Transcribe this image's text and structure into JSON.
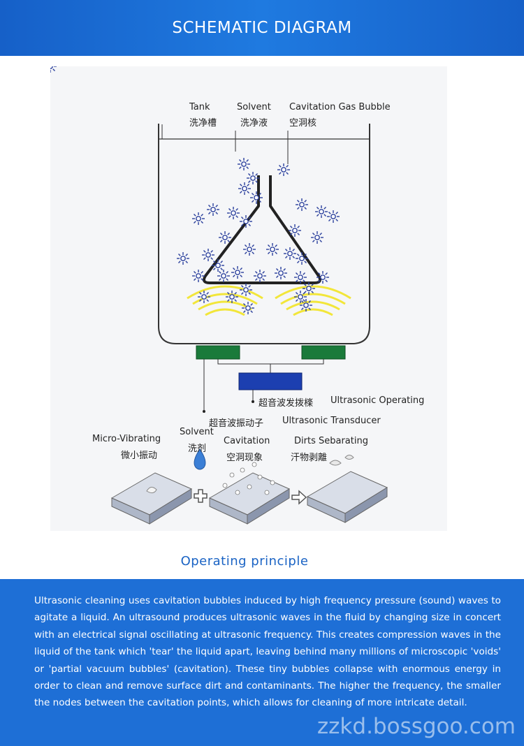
{
  "header": {
    "title": "SCHEMATIC DIAGRAM"
  },
  "diagram": {
    "labels": {
      "tank": "Tank",
      "tank_cn": "洗净槽",
      "solvent_top": "Solvent",
      "solvent_top_cn": "洗净液",
      "bubble": "Cavitation Gas Bubble",
      "bubble_cn": "空洞核",
      "generator_cn": "超音波发拨檪",
      "generator": "Ultrasonic Operating",
      "transducer_cn": "超音波振动子",
      "transducer": "Ultrasonic Transducer",
      "micro": "Micro-Vibrating",
      "micro_cn": "微小振动",
      "solvent_bottom": "Solvent",
      "solvent_bottom_cn": "洗剂",
      "cavitation": "Cavitation",
      "cavitation_cn": "空洞现象",
      "dirts": "Dirts Sebarating",
      "dirts_cn": "汗物剥離"
    },
    "colors": {
      "transducer": "#1a7a3a",
      "generator": "#1c3fb0",
      "bubble": "#2a3f9c",
      "waves": "#f2e63a"
    }
  },
  "principle": {
    "heading": "Operating principle",
    "text": "Ultrasonic cleaning uses cavitation bubbles induced by high frequency pressure (sound) waves to agitate a liquid. An ultrasound produces ultrasonic waves in the fluid by changing size in concert with an electrical signal oscillating at ultrasonic frequency. This creates compression waves in the liquid of the tank which 'tear' the liquid apart, leaving behind many millions of microscopic 'voids' or 'partial vacuum bubbles' (cavitation). These tiny bubbles collapse with enormous energy in order to clean and remove surface dirt and contaminants. The higher the frequency, the smaller the nodes between the cavitation points, which allows for cleaning of more intricate detail."
  },
  "watermark": "zzkd.bossgoo.com"
}
